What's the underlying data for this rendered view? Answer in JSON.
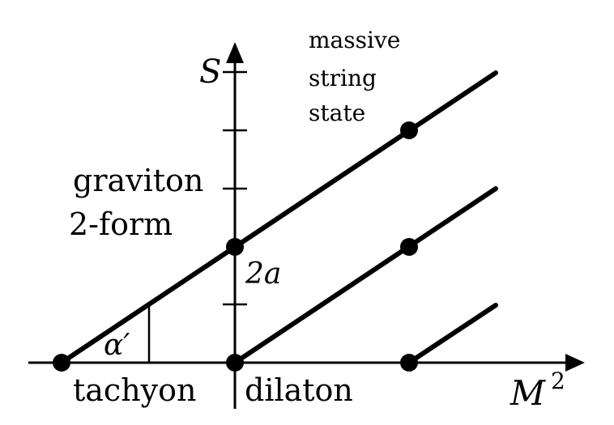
{
  "axes": {
    "y_label": "S",
    "x_label": "M",
    "x_label_exponent": "2"
  },
  "labels": {
    "massive_line1": "massive",
    "massive_line2": "string",
    "massive_line3": "state",
    "graviton": "graviton",
    "two_form": "2-form",
    "alpha_prime": "α′",
    "two_a": "2a",
    "tachyon": "tachyon",
    "dilaton": "dilaton"
  },
  "colors": {
    "ink": "#000000",
    "background": "#ffffff"
  }
}
